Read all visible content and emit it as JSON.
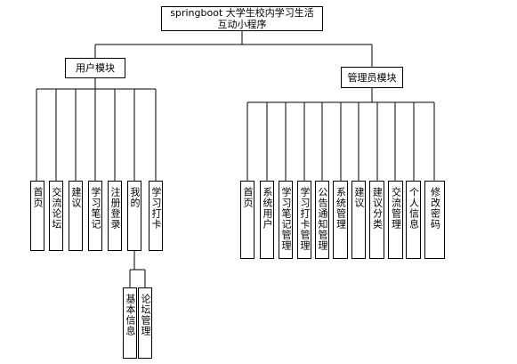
{
  "diagram": {
    "root": {
      "label": "springboot 大学生校内学习生活互动小程序"
    },
    "user_module": {
      "label": "用户模块",
      "children": [
        {
          "id": "home",
          "label": "首页"
        },
        {
          "id": "forum",
          "label": "交流论坛"
        },
        {
          "id": "suggest",
          "label": "建议"
        },
        {
          "id": "notes",
          "label": "学习笔记"
        },
        {
          "id": "register",
          "label": "注册登录"
        },
        {
          "id": "mine",
          "label": "我的"
        },
        {
          "id": "checkin",
          "label": "学习打卡"
        }
      ],
      "mine_children": [
        {
          "id": "basic",
          "label": "基本信息"
        },
        {
          "id": "forum-manage",
          "label": "论坛管理"
        }
      ]
    },
    "admin_module": {
      "label": "管理员模块",
      "children": [
        {
          "id": "home",
          "label": "首页"
        },
        {
          "id": "sys-users",
          "label": "系统用户"
        },
        {
          "id": "notes-manage",
          "label": "学习笔记管理"
        },
        {
          "id": "checkin-manage",
          "label": "学习打卡管理"
        },
        {
          "id": "notice-manage",
          "label": "公告通知管理"
        },
        {
          "id": "sys-manage",
          "label": "系统管理"
        },
        {
          "id": "suggest",
          "label": "建议"
        },
        {
          "id": "suggest-category",
          "label": "建议分类"
        },
        {
          "id": "forum-manage",
          "label": "交流管理"
        },
        {
          "id": "personal-info",
          "label": "个人信息"
        },
        {
          "id": "change-password",
          "label": "修改密码"
        }
      ]
    }
  }
}
